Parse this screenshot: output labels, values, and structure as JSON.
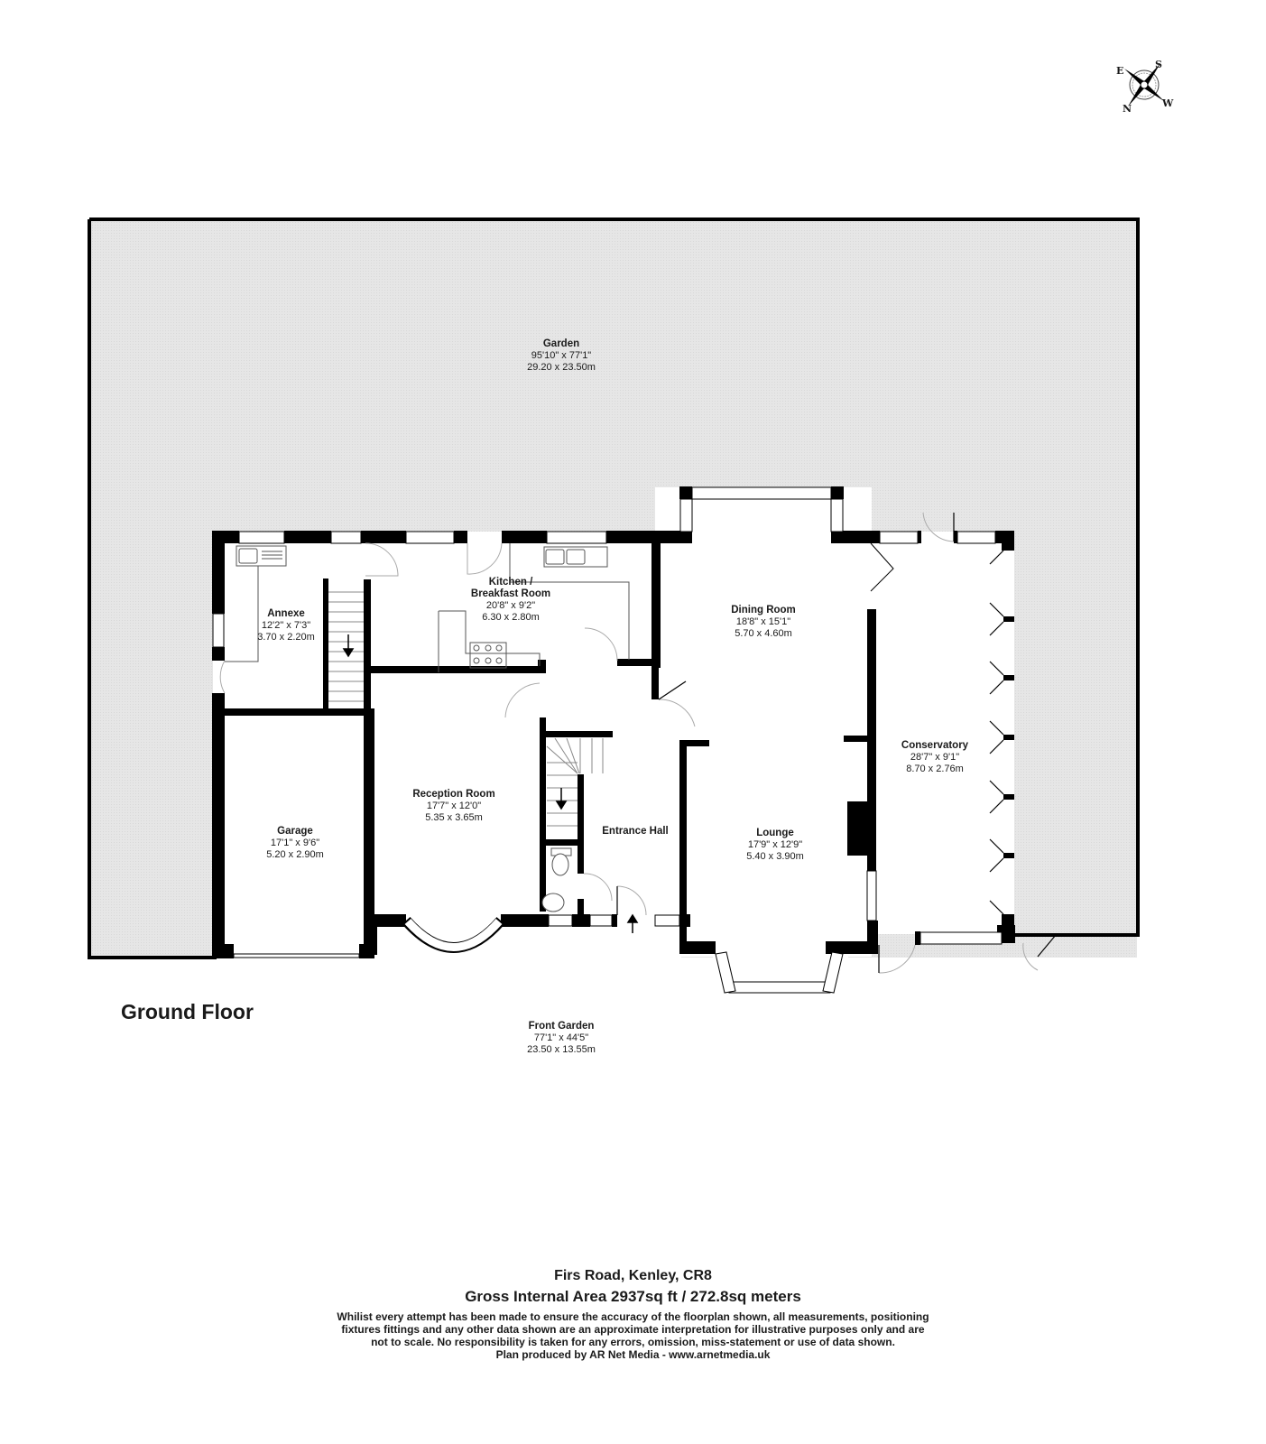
{
  "compass": {
    "icon": "compass-rose-icon",
    "letters": {
      "north": "N",
      "south": "S",
      "east": "E",
      "west": "W"
    }
  },
  "rooms": {
    "garden": {
      "name": "Garden",
      "imperial": "95'10\" x 77'1\"",
      "metric": "29.20 x 23.50m"
    },
    "annexe": {
      "name": "Annexe",
      "imperial": "12'2\" x 7'3\"",
      "metric": "3.70 x 2.20m"
    },
    "kitchen": {
      "name_line1": "Kitchen /",
      "name_line2": "Breakfast Room",
      "imperial": "20'8\" x 9'2\"",
      "metric": "6.30 x 2.80m"
    },
    "dining": {
      "name": "Dining Room",
      "imperial": "18'8\" x 15'1\"",
      "metric": "5.70 x 4.60m"
    },
    "conservatory": {
      "name": "Conservatory",
      "imperial": "28'7\" x 9'1\"",
      "metric": "8.70 x 2.76m"
    },
    "reception": {
      "name": "Reception Room",
      "imperial": "17'7\" x 12'0\"",
      "metric": "5.35 x 3.65m"
    },
    "garage": {
      "name": "Garage",
      "imperial": "17'1\" x 9'6\"",
      "metric": "5.20 x 2.90m"
    },
    "entrance": {
      "name": "Entrance Hall"
    },
    "lounge": {
      "name": "Lounge",
      "imperial": "17'9\" x 12'9\"",
      "metric": "5.40 x 3.90m"
    },
    "front_garden": {
      "name": "Front Garden",
      "imperial": "77'1\" x 44'5\"",
      "metric": "23.50 x 13.55m"
    }
  },
  "floor_title": "Ground Floor",
  "footer": {
    "address": "Firs Road, Kenley, CR8",
    "gross_area": "Gross Internal Area 2937sq ft / 272.8sq meters",
    "disclaimer_lines": [
      "Whilist every attempt has been made to ensure the accuracy of the floorplan shown, all measurements, positioning",
      "fixtures fittings and any other data shown are an approximate interpretation for illustrative purposes only and are",
      "not to scale. No responsibility is taken for any errors, omission, miss-statement or use of data shown."
    ],
    "credit": "Plan produced by AR Net Media - www.arnetmedia.uk"
  },
  "colors": {
    "wall": "#000000",
    "garden_fill": "#e4e4e4",
    "floor_fill": "#ffffff",
    "fixture_line": "#555555",
    "door_arc": "#aaaaaa"
  }
}
